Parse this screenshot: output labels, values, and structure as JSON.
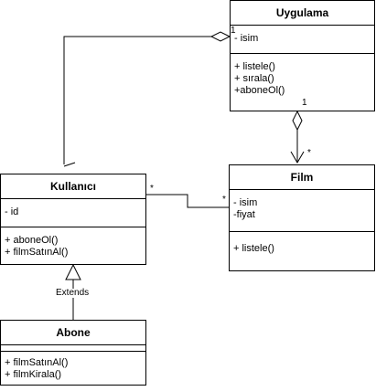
{
  "classes": {
    "uygulama": {
      "name": "Uygulama",
      "attributes": [
        "- isim"
      ],
      "operations": [
        "+ listele()",
        "+ sırala()",
        "+aboneOl()"
      ]
    },
    "kullanici": {
      "name": "Kullanıcı",
      "attributes": [
        "- id"
      ],
      "operations": [
        "+ aboneOl()",
        "+ filmSatınAl()"
      ]
    },
    "film": {
      "name": "Film",
      "attributes": [
        "- isim",
        "-fiyat"
      ],
      "operations": [
        "+ listele()"
      ]
    },
    "abone": {
      "name": "Abone",
      "attributes": [],
      "operations": [
        "+ filmSatınAl()",
        "+ filmKirala()"
      ]
    }
  },
  "relations": {
    "uygulama_kullanici_mult": "1",
    "uygulama_film_mult_top": "1",
    "uygulama_film_mult_bottom": "*",
    "kullanici_film_mult_left": "*",
    "kullanici_film_mult_right": "*",
    "extends_label": "Extends"
  }
}
